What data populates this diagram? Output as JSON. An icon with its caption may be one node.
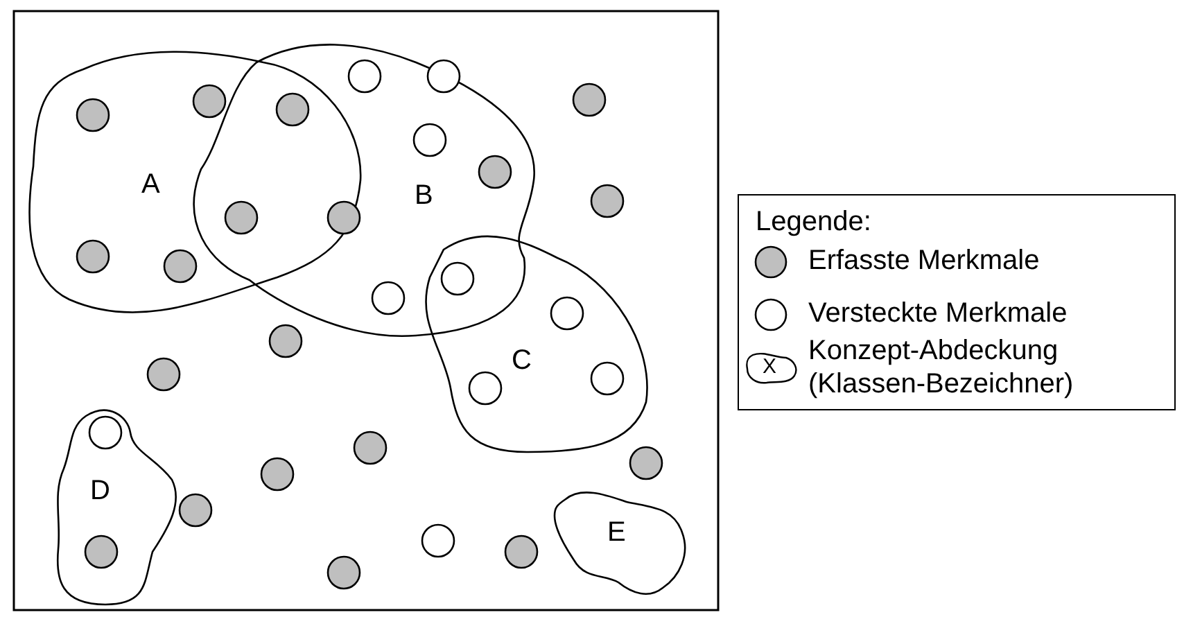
{
  "diagram": {
    "nodes": [
      {
        "text": [
          "A"
        ]
      },
      {
        "text": [
          "B"
        ]
      },
      {
        "text": [
          "C"
        ]
      },
      {
        "text": [
          "D"
        ]
      },
      {
        "text": [
          "E"
        ]
      }
    ],
    "edges": [],
    "labels": [
      "Legende:",
      "X"
    ],
    "legend": [
      {
        "text": "Erfasste Merkmale"
      },
      {
        "text": "Versteckte Merkmale"
      },
      {
        "text": "Konzept-Abdeckung (Klassen-Bezeichner)"
      }
    ]
  }
}
